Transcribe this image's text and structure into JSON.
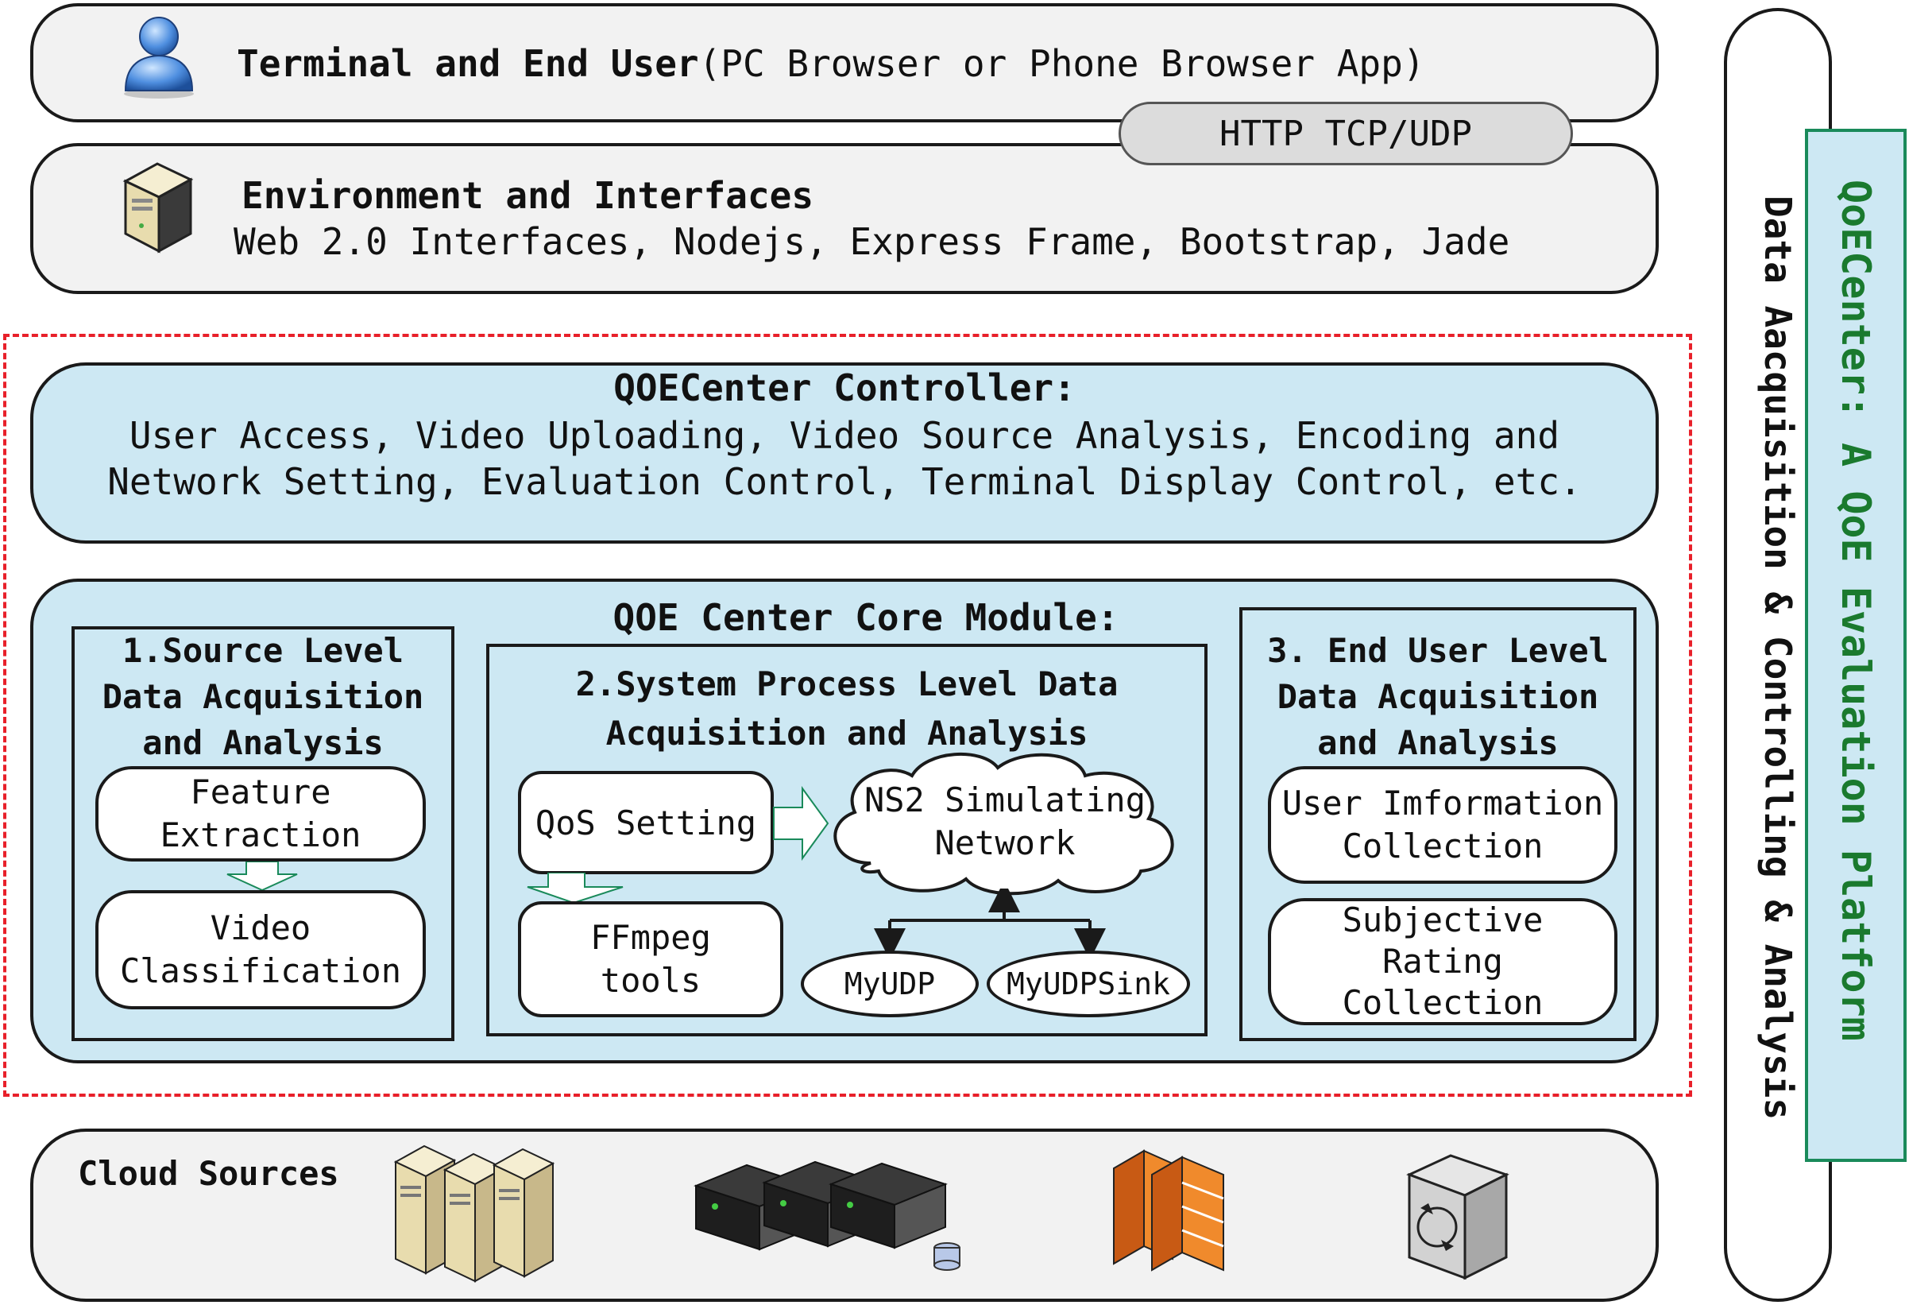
{
  "layers": {
    "terminal": {
      "title": "Terminal and End User",
      "subtitle": "(PC Browser or Phone Browser App)"
    },
    "protocol": "HTTP TCP/UDP",
    "environment": {
      "title": "Environment and Interfaces",
      "details": "Web 2.0 Interfaces, Nodejs, Express Frame, Bootstrap, Jade"
    },
    "controller": {
      "title": "QOECenter Controller:",
      "line1": "User Access, Video Uploading, Video Source Analysis, Encoding and",
      "line2": "Network Setting, Evaluation Control, Terminal Display Control, etc."
    },
    "core": {
      "title": "QOE Center Core Module:",
      "source": {
        "line1": "1.Source Level",
        "line2": "Data Acquisition",
        "line3": "and Analysis",
        "feature1": "Feature",
        "feature2": "Extraction",
        "video1": "Video",
        "video2": "Classification"
      },
      "system": {
        "line1": "2.System Process Level Data",
        "line2": "Acquisition and Analysis",
        "qos": "QoS Setting",
        "ns2_1": "NS2 Simulating",
        "ns2_2": "Network",
        "ffmpeg1": "FFmpeg",
        "ffmpeg2": "tools",
        "myudp": "MyUDP",
        "myudpsink": "MyUDPSink"
      },
      "enduser": {
        "line1": "3. End User Level",
        "line2": "Data Acquisition",
        "line3": "and Analysis",
        "info1": "User Imformation",
        "info2": "Collection",
        "subj1": "Subjective",
        "subj2": "Rating",
        "subj3": "Collection"
      }
    },
    "cloud": {
      "title": "Cloud Sources"
    }
  },
  "sidebar": {
    "outer": "Data Aacquisition & Controlling & Analysis",
    "platform": "QoECenter: A QoE Evaluation Platform"
  },
  "icons": [
    "user-icon",
    "server-icon",
    "server-tower-icon",
    "rack-server-icon",
    "firewall-icon",
    "router-icon"
  ],
  "colors": {
    "layer_fill": "#f2f2f2",
    "core_fill": "#cde8f3",
    "dashed_border": "#e8202a",
    "platform_text": "#1a7a2e",
    "platform_border": "#1a8a5a"
  }
}
